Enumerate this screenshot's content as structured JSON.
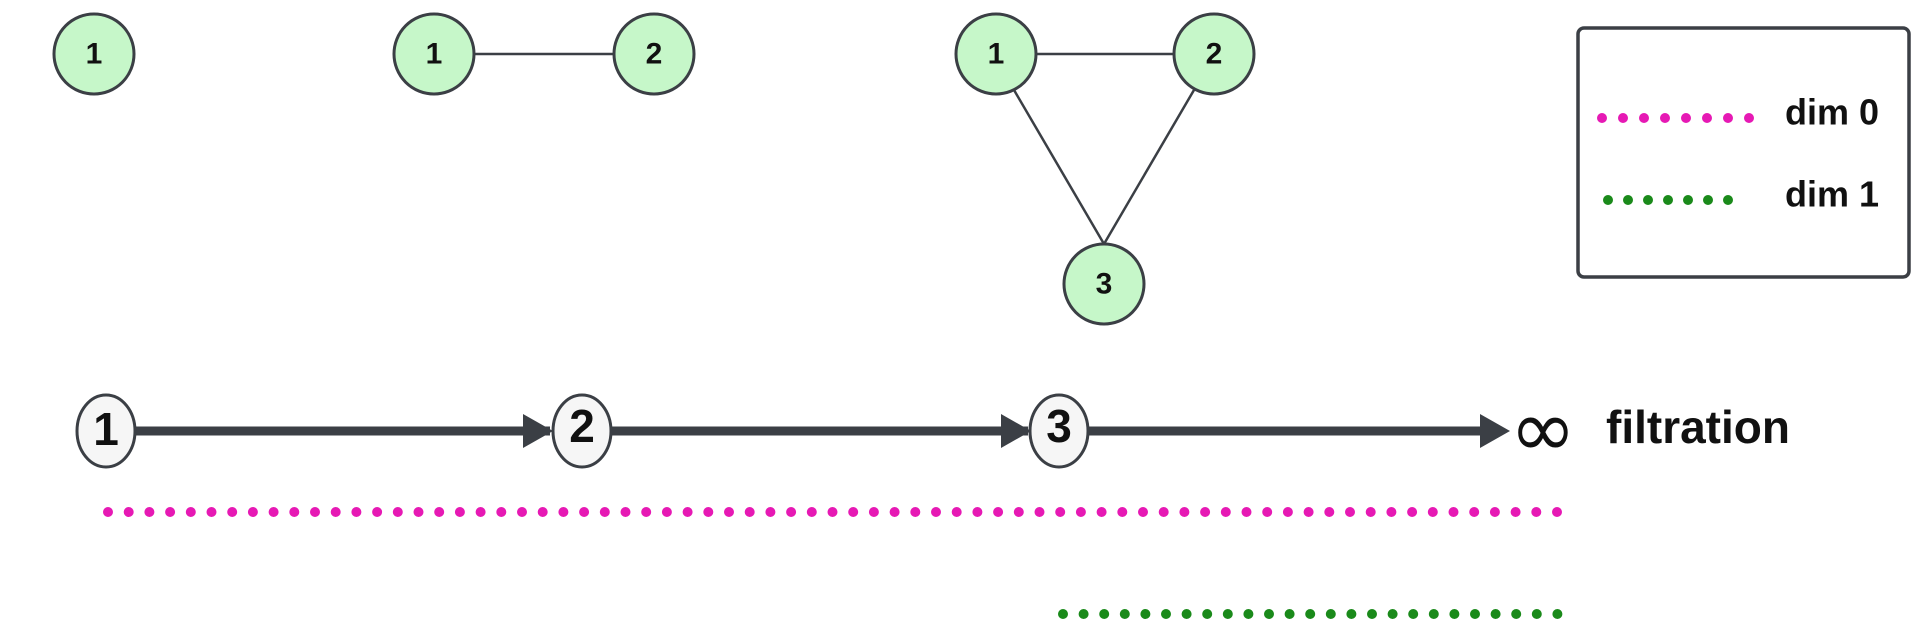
{
  "colors": {
    "node_fill": "#c6f7c9",
    "node_stroke": "#3b3f45",
    "edge": "#3b3f45",
    "arrow": "#3b3f45",
    "step_fill": "#f6f6f6",
    "dim0": "#e619b4",
    "dim1": "#1a8a1a"
  },
  "complexes": [
    {
      "nodes": [
        "1"
      ],
      "edges": []
    },
    {
      "nodes": [
        "1",
        "2"
      ],
      "edges": [
        [
          "1",
          "2"
        ]
      ]
    },
    {
      "nodes": [
        "1",
        "2",
        "3"
      ],
      "edges": [
        [
          "1",
          "2"
        ],
        [
          "2",
          "3"
        ],
        [
          "1",
          "3"
        ]
      ]
    }
  ],
  "filtration": {
    "steps": [
      "1",
      "2",
      "3"
    ],
    "end_symbol": "∞",
    "label": "filtration"
  },
  "barcode": {
    "dim0": {
      "birth": 1,
      "death": "∞"
    },
    "dim1": {
      "birth": 3,
      "death": "∞"
    }
  },
  "legend": {
    "items": [
      {
        "label": "dim 0",
        "color_key": "dim0"
      },
      {
        "label": "dim 1",
        "color_key": "dim1"
      }
    ]
  }
}
